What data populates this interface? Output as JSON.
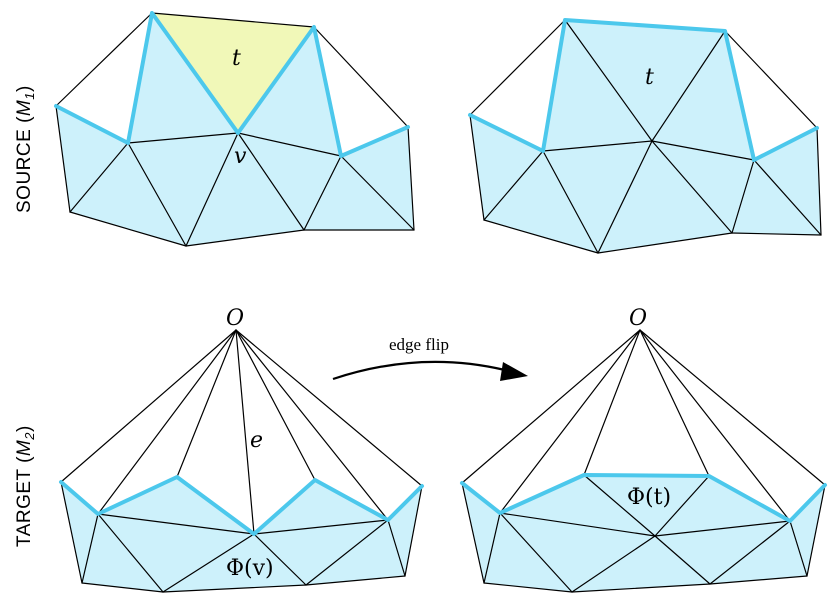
{
  "side_labels": {
    "source": "SOURCE (",
    "source_sym": "M",
    "source_sub": "1",
    "source_close": ")",
    "target": "TARGET (",
    "target_sym": "M",
    "target_sub": "2",
    "target_close": ")"
  },
  "operation": {
    "label": "edge flip"
  },
  "labels": {
    "t_left": "t",
    "t_right": "t",
    "v": "v",
    "o_left": "O",
    "o_right": "O",
    "e": "e",
    "phi_v": "Φ(v)",
    "phi_t": "Φ(t)"
  },
  "colors": {
    "fill": "#cdf1fb",
    "highlight_fill": "#f1f8b8",
    "boundary": "#4cc8ec",
    "edge": "#000000"
  }
}
